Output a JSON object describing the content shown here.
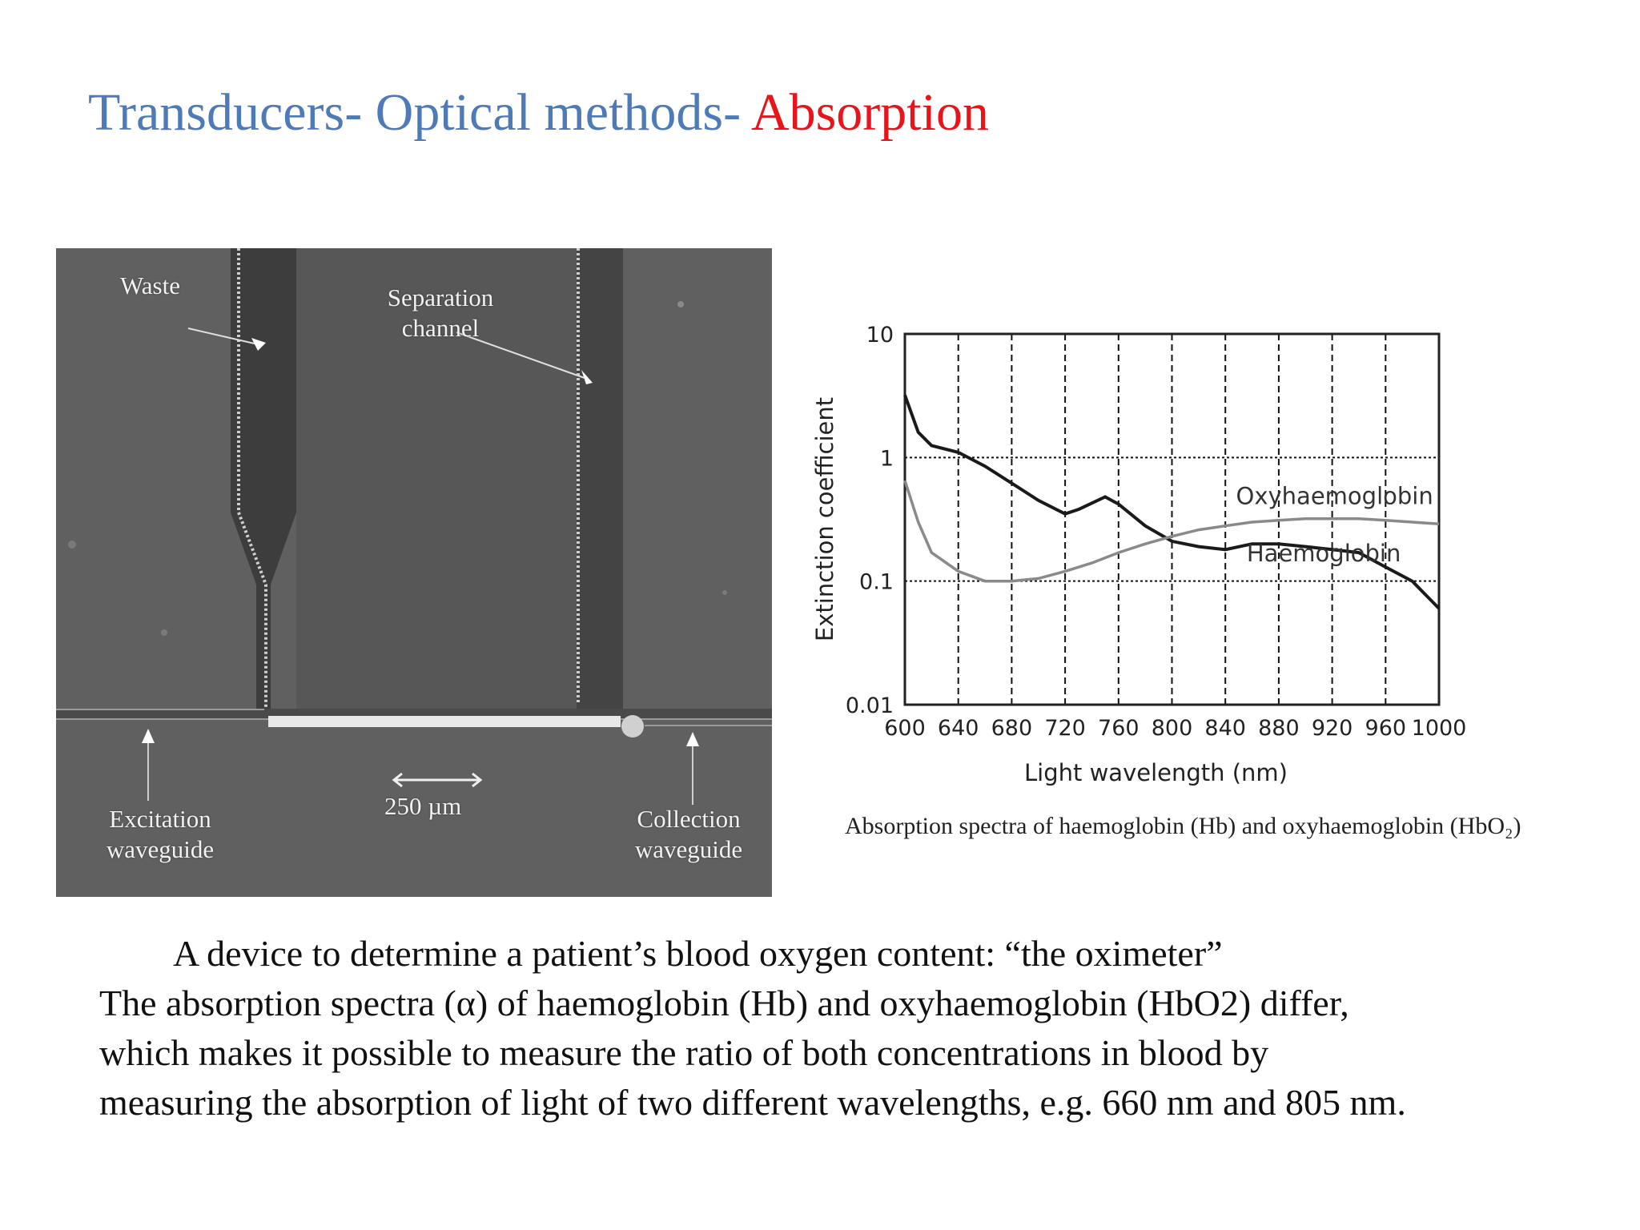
{
  "title": {
    "prefix": "Transducers- Optical methods- ",
    "accent": "Absorption",
    "color": "#4f7ab8",
    "accent_color": "#e8141b"
  },
  "photo": {
    "labels": {
      "waste": "Waste",
      "separation": "Separation channel",
      "scale": "250 µm",
      "excitation": "Excitation waveguide",
      "collection": "Collection waveguide"
    }
  },
  "chart_data": {
    "type": "line",
    "title": "",
    "xlabel": "Light wavelength (nm)",
    "ylabel": "Extinction coefficient",
    "xlim": [
      600,
      1000
    ],
    "ylim": [
      0.01,
      10
    ],
    "yscale": "log",
    "x_ticks": [
      600,
      640,
      680,
      720,
      760,
      800,
      840,
      880,
      920,
      960,
      1000
    ],
    "y_ticks": [
      "10",
      "1",
      "0.1",
      "0.01"
    ],
    "y_tick_values": [
      10,
      1,
      0.1,
      0.01
    ],
    "grid": true,
    "series": [
      {
        "name": "Haemoglobin",
        "color": "#1a1a1a",
        "points": [
          [
            600,
            3.2
          ],
          [
            610,
            1.6
          ],
          [
            620,
            1.25
          ],
          [
            640,
            1.1
          ],
          [
            660,
            0.85
          ],
          [
            680,
            0.62
          ],
          [
            700,
            0.45
          ],
          [
            720,
            0.35
          ],
          [
            730,
            0.38
          ],
          [
            750,
            0.48
          ],
          [
            760,
            0.42
          ],
          [
            780,
            0.28
          ],
          [
            800,
            0.21
          ],
          [
            820,
            0.19
          ],
          [
            840,
            0.18
          ],
          [
            860,
            0.2
          ],
          [
            880,
            0.2
          ],
          [
            900,
            0.19
          ],
          [
            920,
            0.18
          ],
          [
            940,
            0.17
          ],
          [
            960,
            0.13
          ],
          [
            980,
            0.1
          ],
          [
            1000,
            0.06
          ]
        ]
      },
      {
        "name": "Oxyhaemoglobin",
        "color": "#8a8a8a",
        "points": [
          [
            600,
            0.65
          ],
          [
            610,
            0.3
          ],
          [
            620,
            0.17
          ],
          [
            640,
            0.12
          ],
          [
            660,
            0.1
          ],
          [
            680,
            0.1
          ],
          [
            700,
            0.105
          ],
          [
            720,
            0.12
          ],
          [
            740,
            0.14
          ],
          [
            760,
            0.17
          ],
          [
            780,
            0.2
          ],
          [
            800,
            0.23
          ],
          [
            820,
            0.26
          ],
          [
            840,
            0.28
          ],
          [
            860,
            0.3
          ],
          [
            880,
            0.31
          ],
          [
            900,
            0.32
          ],
          [
            920,
            0.32
          ],
          [
            940,
            0.32
          ],
          [
            960,
            0.31
          ],
          [
            980,
            0.3
          ],
          [
            1000,
            0.29
          ]
        ]
      }
    ],
    "caption": "Absorption spectra of haemoglobin (Hb) and oxyhaemoglobin (HbO₂)"
  },
  "body": {
    "line1": "A device to determine a patient’s blood oxygen content: “the oximeter”",
    "line2": "The absorption spectra (α) of haemoglobin (Hb) and oxyhaemoglobin (HbO2) differ,",
    "line3": "which makes it possible to measure the ratio of both concentrations in blood by",
    "line4": "measuring the absorption of light of two different wavelengths, e.g. 660 nm and 805 nm."
  }
}
